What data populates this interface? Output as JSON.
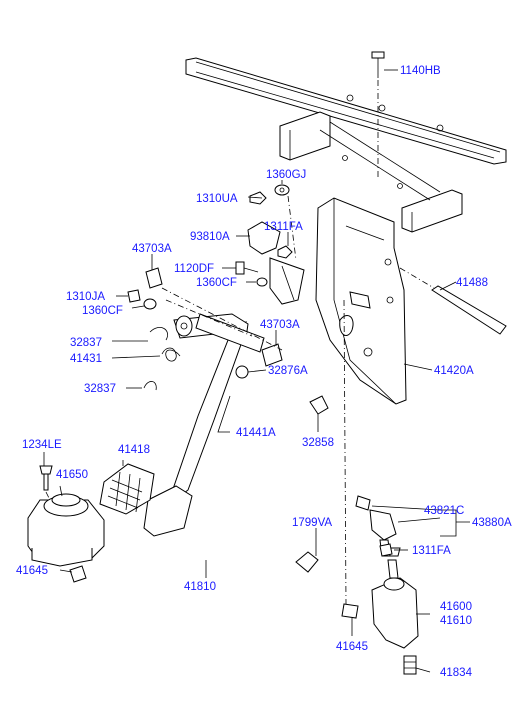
{
  "labels": {
    "l1140HB": "1140HB",
    "l1360GJ": "1360GJ",
    "l1310UA": "1310UA",
    "l93810A": "93810A",
    "l1311FA_top": "1311FA",
    "l43703A_left": "43703A",
    "l1120DF": "1120DF",
    "l1360CF_mid": "1360CF",
    "l41488": "41488",
    "l1310JA": "1310JA",
    "l1360CF_left": "1360CF",
    "l43703A_mid": "43703A",
    "l32837_top": "32837",
    "l41431": "41431",
    "l32876A": "32876A",
    "l41420A": "41420A",
    "l32837_bot": "32837",
    "l41441A": "41441A",
    "l32858": "32858",
    "l1234LE": "1234LE",
    "l41418": "41418",
    "l41650": "41650",
    "l1799VA": "1799VA",
    "l43821C": "43821C",
    "l43880A": "43880A",
    "l1311FA_bot": "1311FA",
    "l41645_left": "41645",
    "l41810": "41810",
    "l41600": "41600",
    "l41610": "41610",
    "l41645_bot": "41645",
    "l41834": "41834"
  },
  "colors": {
    "label": "#1a1aff",
    "line": "#000000",
    "background": "#ffffff"
  }
}
